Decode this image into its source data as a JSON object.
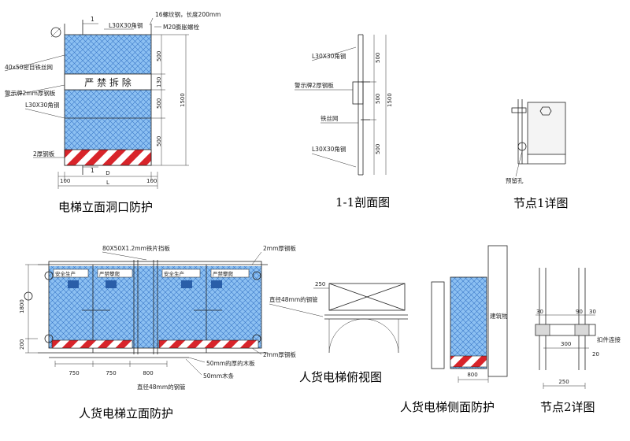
{
  "colors": {
    "mesh_fill": "#7fb6ee",
    "mesh_line": "#3a78c8",
    "warning_red": "#d8242a",
    "sign_blue": "#2a5ea8",
    "line": "#222222"
  },
  "elevation": {
    "title": "电梯立面洞口防护",
    "labels": {
      "angle_top": "L30X30角钢",
      "rebar": "16螺纹钢，长度200mm",
      "bolt": "M20膨胀螺栓",
      "mesh": "40x50密目铁丝网",
      "sign": "警示牌2mm厚钢板",
      "angle_mid": "L30X30角钢",
      "steel_plate": "2厚钢板",
      "banner": "严 禁 拆 除",
      "section_mark": "1"
    },
    "dims": {
      "d500a": "500",
      "d500b": "500",
      "d500c": "500",
      "d1500": "1500",
      "d130": "130",
      "d100l": "100",
      "d100r": "100",
      "dD": "D",
      "dL": "L"
    }
  },
  "section": {
    "title": "1-1剖面图",
    "labels": {
      "angle_top": "L30X30角钢",
      "sign": "警示牌2厚钢板",
      "mesh": "铁丝网",
      "angle_bot": "L30X30角钢"
    },
    "dims": {
      "d500a": "500",
      "d500b": "500",
      "d500c": "500",
      "d1500": "1500"
    }
  },
  "node1": {
    "title": "节点1详图",
    "labels": {
      "hole": "预留孔"
    }
  },
  "freight_elev": {
    "title": "人货电梯立面防护",
    "labels": {
      "top_plate": "80X50X1.2mm铁片挡板",
      "right_plate": "2mm厚钢板",
      "sign1": "安全生产",
      "sign2": "严禁攀爬",
      "sign3": "安全生产",
      "sign4": "严禁攀爬",
      "wood_board": "50mm的厚的木板",
      "steel_plate2": "2mm厚钢板",
      "batten": "50mm木条",
      "pipe": "直径48mm的钢管"
    },
    "dims": {
      "d1800": "1800",
      "d200": "200",
      "d750a": "750",
      "d750b": "750",
      "d800": "800"
    }
  },
  "top_view": {
    "title": "人货电梯俯视图",
    "labels": {
      "pipe": "直径48mm的钢管"
    },
    "dims": {
      "d250": "250"
    }
  },
  "side_view": {
    "title": "人货电梯侧面防护",
    "labels": {
      "building": "建筑物"
    },
    "dims": {
      "d800": "800"
    }
  },
  "node2": {
    "title": "节点2详图",
    "labels": {
      "fastener": "扣件连接"
    },
    "dims": {
      "d30a": "30",
      "d90": "90",
      "d30b": "30",
      "d300": "300",
      "d20": "20",
      "d250": "250"
    }
  }
}
